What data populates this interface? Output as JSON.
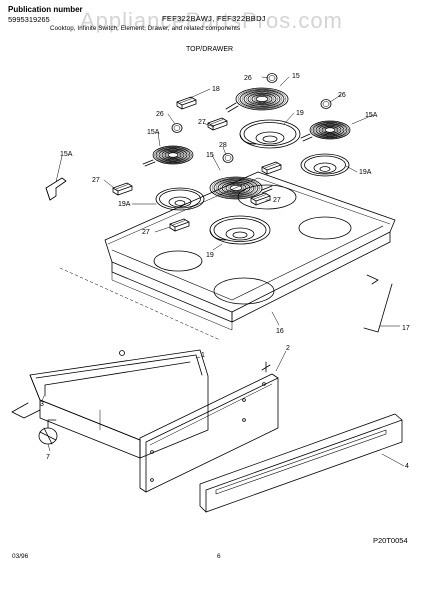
{
  "header": {
    "publication_label": "Publication number",
    "publication_number": "5995319265",
    "model_numbers": "FEF322BAWJ, FEF322BBDJ",
    "watermark": "AppliancePartsPros.com",
    "subtitle": "Cooktop, Infinite Switch, Element, Drawer, and related components"
  },
  "section_title": "TOP/DRAWER",
  "callouts": [
    "26",
    "15",
    "18",
    "26",
    "26",
    "19",
    "15A",
    "27",
    "15A",
    "28",
    "15",
    "15A",
    "27",
    "19A",
    "19A",
    "27",
    "27",
    "19",
    "16",
    "17",
    "1",
    "2",
    "4",
    "7",
    "3"
  ],
  "footer": {
    "diagram_code": "P20T0054",
    "date": "03/96",
    "page": "6"
  },
  "colors": {
    "ink": "#000000",
    "watermark": "#d4d4d4",
    "background": "#ffffff"
  }
}
